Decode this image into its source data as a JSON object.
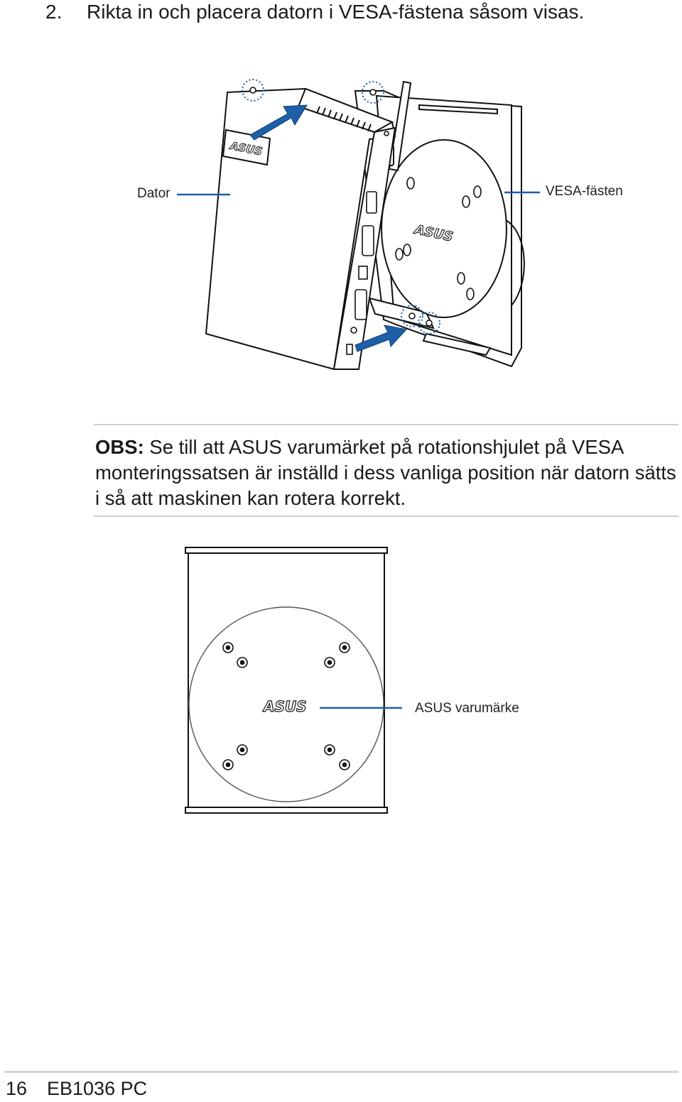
{
  "step": {
    "number": "2.",
    "text": "Rikta in och placera datorn i VESA-fästena såsom visas."
  },
  "figure1": {
    "label_left": "Dator",
    "label_right": "VESA-fästen",
    "logo_text": "ASUS"
  },
  "note": {
    "prefix": "OBS:",
    "text": " Se till att ASUS varumärket på rotationshjulet på VESA monteringssatsen är inställd i dess vanliga position när datorn sätts i så att maskinen kan rotera korrekt."
  },
  "figure2": {
    "label": "ASUS varumärke",
    "logo_text": "ASUS"
  },
  "footer": {
    "page_number": "16",
    "model": "EB1036 PC"
  },
  "colors": {
    "arrow": "#1d5fa8",
    "label_line": "#1d5fa8",
    "rule": "#cfcfcf"
  }
}
